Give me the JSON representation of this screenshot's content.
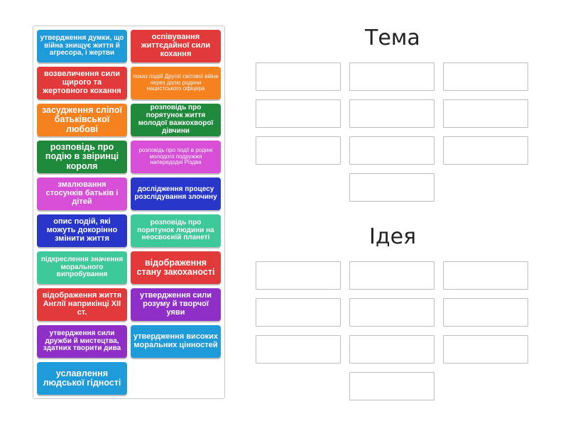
{
  "pool": {
    "cards": [
      {
        "text": "утвердження думки, що війна знищує життя й агресора, і жертви",
        "color": "#1e9bd8",
        "size": "s"
      },
      {
        "text": "оспівування життєдайної сили кохання",
        "color": "#e23a3a",
        "size": "m"
      },
      {
        "text": "возвеличення сили щирого та жертовного кохання",
        "color": "#e23a3a",
        "size": "m"
      },
      {
        "text": "показ подій Другої світової війни через долю родини нацистського офіцера",
        "color": "#f5821f",
        "size": "xs"
      },
      {
        "text": "засудження сліпої батьківської любові",
        "color": "#f5821f",
        "size": "l"
      },
      {
        "text": "розповідь про порятунок життя молодої важкохворої дівчини",
        "color": "#1f8a3c",
        "size": "s"
      },
      {
        "text": "розповідь про подію в звіринці короля",
        "color": "#1f8a3c",
        "size": "l"
      },
      {
        "text": "розповідь про події в родині молодого подружжя напередодні Різдва",
        "color": "#d64fd6",
        "size": "xs"
      },
      {
        "text": "змалювання стосунків батьків і дітей",
        "color": "#d64fd6",
        "size": "m"
      },
      {
        "text": "дослідження процесу розслідування злочину",
        "color": "#2837c9",
        "size": "s"
      },
      {
        "text": "опис подій, які можуть докорінно змінити життя",
        "color": "#2837c9",
        "size": "m"
      },
      {
        "text": "розповідь про порятунок людини на неосвоєній планеті",
        "color": "#3ec99a",
        "size": "s"
      },
      {
        "text": "підкреслення значення морального випробування",
        "color": "#3ec99a",
        "size": "s"
      },
      {
        "text": "відображення стану закоханості",
        "color": "#e23a3a",
        "size": "l"
      },
      {
        "text": "відображення життя Англії наприкінці XII ст.",
        "color": "#e23a3a",
        "size": "m"
      },
      {
        "text": "утвердження сили розуму й творчої уяви",
        "color": "#8f2fc7",
        "size": "m"
      },
      {
        "text": "утвердження сили дружби й мистецтва, здатних творити дива",
        "color": "#8f2fc7",
        "size": "s"
      },
      {
        "text": "утвердження високих моральних цінностей",
        "color": "#1e9bd8",
        "size": "m"
      },
      {
        "text": "уславлення людської гідності",
        "color": "#1e9bd8",
        "size": "l"
      }
    ]
  },
  "groups": [
    {
      "title": "Тема"
    },
    {
      "title": "Ідея"
    }
  ]
}
